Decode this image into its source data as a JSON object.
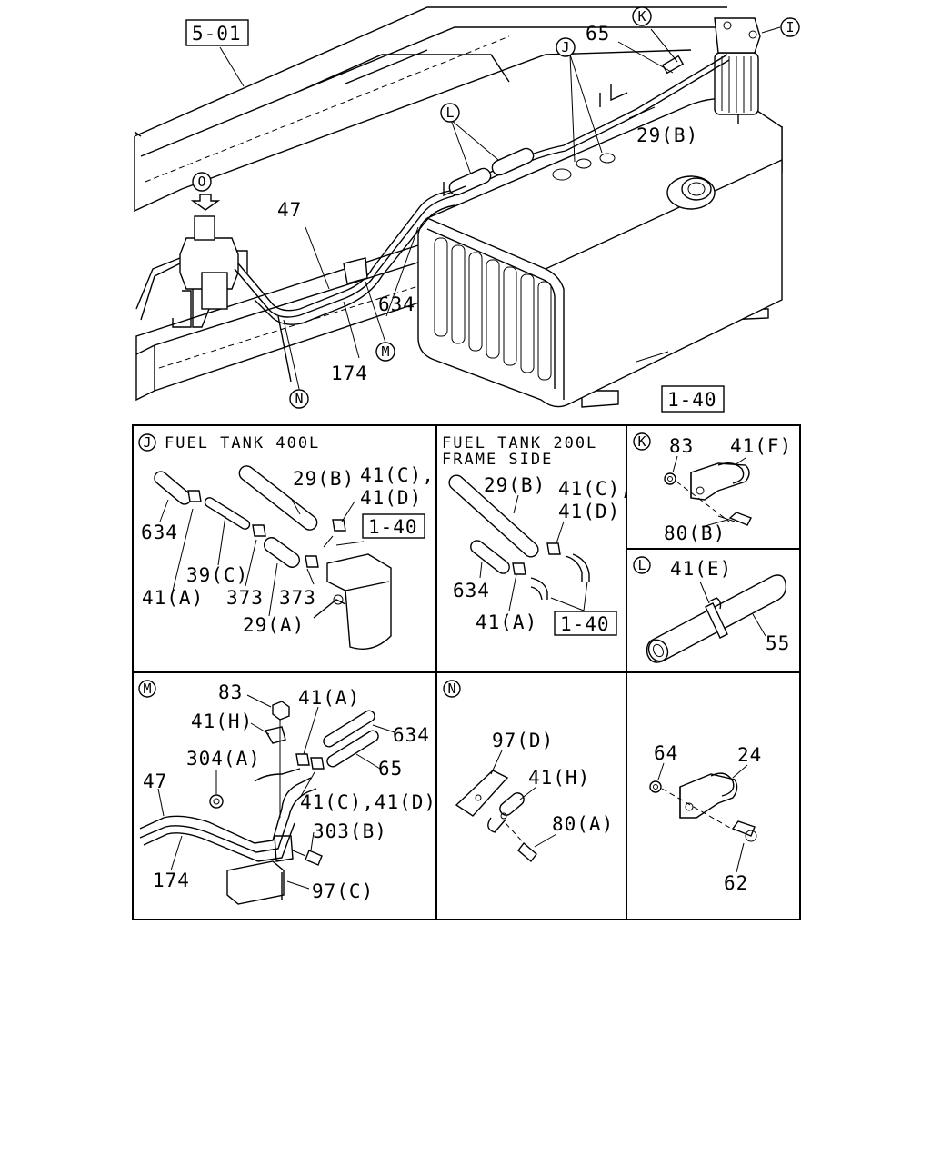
{
  "main": {
    "refs": {
      "ref_501": "5-01",
      "ref_140": "1-40"
    },
    "callouts": {
      "c65": "65",
      "c29b": "29(B)",
      "c47": "47",
      "c634": "634",
      "c174": "174"
    },
    "circles": {
      "K": "K",
      "I": "I",
      "J": "J",
      "L": "L",
      "O": "O",
      "M": "M",
      "N": "N"
    }
  },
  "panel_j400": {
    "marker": "J",
    "title": "FUEL TANK 400L",
    "labels": {
      "p634": "634",
      "p29b": "29(B)",
      "p41c": "41(C),",
      "p41d": "41(D)",
      "pref140": "1-40",
      "p39c": "39(C)",
      "p41a": "41(A)",
      "p373a": "373",
      "p373b": "373",
      "p29a": "29(A)"
    }
  },
  "panel_j200": {
    "title_line1": "FUEL TANK 200L",
    "title_line2": "FRAME SIDE",
    "labels": {
      "p29b": "29(B)",
      "p41c": "41(C),",
      "p41d": "41(D)",
      "p634": "634",
      "p41a": "41(A)",
      "pref140": "1-40"
    }
  },
  "panel_k": {
    "marker": "K",
    "labels": {
      "p83": "83",
      "p41f": "41(F)",
      "p80b": "80(B)"
    }
  },
  "panel_l": {
    "marker": "L",
    "labels": {
      "p41e": "41(E)",
      "p55": "55"
    }
  },
  "panel_m": {
    "marker": "M",
    "labels": {
      "p83": "83",
      "p41a": "41(A)",
      "p41h": "41(H)",
      "p634": "634",
      "p304a": "304(A)",
      "p65": "65",
      "p47": "47",
      "p41cd": "41(C),41(D)",
      "p303b": "303(B)",
      "p174": "174",
      "p97c": "97(C)"
    }
  },
  "panel_n": {
    "marker": "N",
    "labels": {
      "p97d": "97(D)",
      "p41h": "41(H)",
      "p80a": "80(A)"
    }
  },
  "panel_x": {
    "labels": {
      "p64": "64",
      "p24": "24",
      "p62": "62"
    }
  }
}
